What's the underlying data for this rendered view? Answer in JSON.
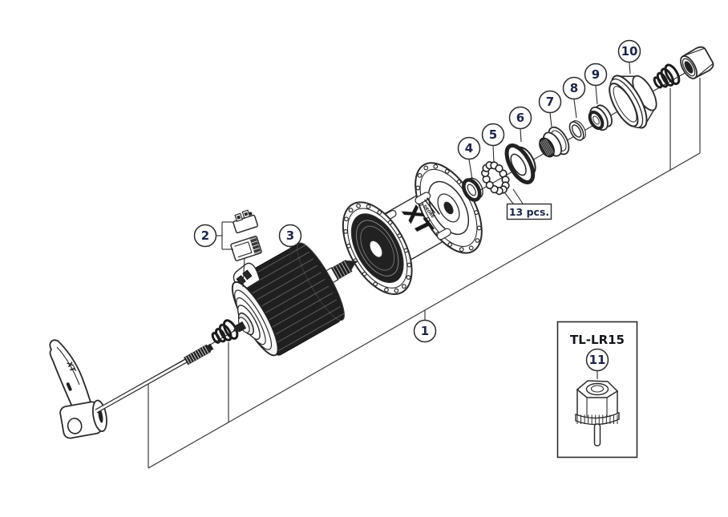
{
  "callouts": [
    {
      "label": "1"
    },
    {
      "label": "2"
    },
    {
      "label": "3"
    },
    {
      "label": "4"
    },
    {
      "label": "5"
    },
    {
      "label": "6"
    },
    {
      "label": "7"
    },
    {
      "label": "8"
    },
    {
      "label": "9"
    },
    {
      "label": "10"
    },
    {
      "label": "11"
    }
  ],
  "labels": {
    "ball_count": "13 pcs.",
    "tool_name": "TL-LR15",
    "hub_logo": "XT",
    "hub_logo_series": "DEORE",
    "lever_logo": "XT"
  },
  "colors": {
    "background": "#ffffff",
    "line": "#2b2b2b",
    "dark_fill": "#212121",
    "callout_text": "#1e2547",
    "tool_text": "#14161a"
  }
}
